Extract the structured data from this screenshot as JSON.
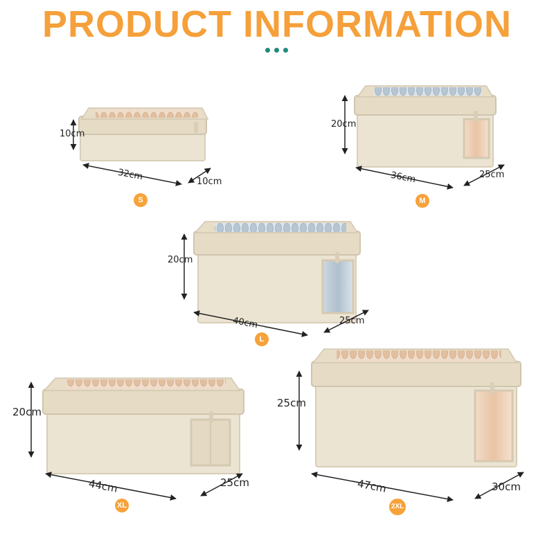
{
  "header": {
    "title": "PRODUCT INFORMATION"
  },
  "colors": {
    "title": "#f5a03a",
    "dots": "#1f8a7e",
    "badge": "#f7a23a",
    "box": "#ece4d2"
  },
  "products": [
    {
      "size": "S",
      "width": "32cm",
      "depth": "10cm",
      "height": "10cm"
    },
    {
      "size": "M",
      "width": "36cm",
      "depth": "25cm",
      "height": "20cm"
    },
    {
      "size": "L",
      "width": "40cm",
      "depth": "25cm",
      "height": "20cm"
    },
    {
      "size": "XL",
      "width": "44cm",
      "depth": "25cm",
      "height": "20cm"
    },
    {
      "size": "2XL",
      "width": "47cm",
      "depth": "30cm",
      "height": "25cm"
    }
  ]
}
